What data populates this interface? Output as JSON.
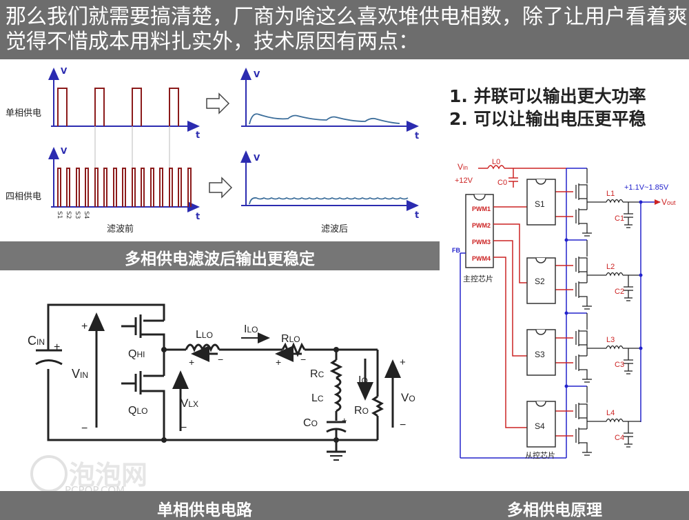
{
  "header": {
    "line1": "那么我们就需要搞清楚，厂商为啥这么喜欢堆供电相数，除了让用户看着爽",
    "line2": "觉得不惜成本用料扎实外，技术原因有两点："
  },
  "points": {
    "p1": "1. 并联可以输出更大功率",
    "p2": "2. 可以让输出电压更平稳"
  },
  "waveforms": {
    "axis_v": "V",
    "axis_t": "t",
    "row1_label": "单相供电",
    "row2_label": "四相供电",
    "slot_labels": [
      "S1",
      "S2",
      "S3",
      "S4"
    ],
    "before_label": "滤波前",
    "after_label": "滤波后",
    "banner": "多相供电滤波后输出更稳定"
  },
  "single_phase": {
    "cin": "C",
    "cin_sub": "IN",
    "vin": "V",
    "vin_sub": "IN",
    "qhi": "Q",
    "qhi_sub": "HI",
    "qlo": "Q",
    "qlo_sub": "LO",
    "llo": "L",
    "llo_sub": "LO",
    "ilo": "I",
    "ilo_sub": "LO",
    "rlo": "R",
    "rlo_sub": "LO",
    "vlx": "V",
    "vlx_sub": "LX",
    "rc": "R",
    "rc_sub": "C",
    "lc": "L",
    "lc_sub": "C",
    "co": "C",
    "co_sub": "O",
    "io": "I",
    "io_sub": "O",
    "ro": "R",
    "ro_sub": "O",
    "vo": "V",
    "vo_sub": "O",
    "plus": "+",
    "minus": "−"
  },
  "multi_phase": {
    "vin": "V",
    "vin_sub": "in",
    "vin_value": "+12V",
    "l0": "L0",
    "c0": "C0",
    "pwm": [
      "PWM1",
      "PWM2",
      "PWM3",
      "PWM4"
    ],
    "fb": "FB",
    "master_chip": "主控芯片",
    "slave_chip": "从控芯片",
    "stages": [
      "S1",
      "S2",
      "S3",
      "S4"
    ],
    "inductors": [
      "L1",
      "L2",
      "L3",
      "L4"
    ],
    "caps": [
      "C1",
      "C2",
      "C3",
      "C4"
    ],
    "vout_range": "+1.1V~1.85V",
    "vout": "V",
    "vout_sub": "out"
  },
  "footer": {
    "left_caption": "单相供电电路",
    "right_caption": "多相供电原理",
    "watermark_cn": "泡泡网",
    "watermark_en": "PCPOP.COM"
  },
  "colors": {
    "pulse": "#8b1a1a",
    "axis": "#2b2bb0",
    "pwm_red": "#c83232",
    "wire_blue": "#2222cc",
    "vin_red": "#cc2222"
  }
}
